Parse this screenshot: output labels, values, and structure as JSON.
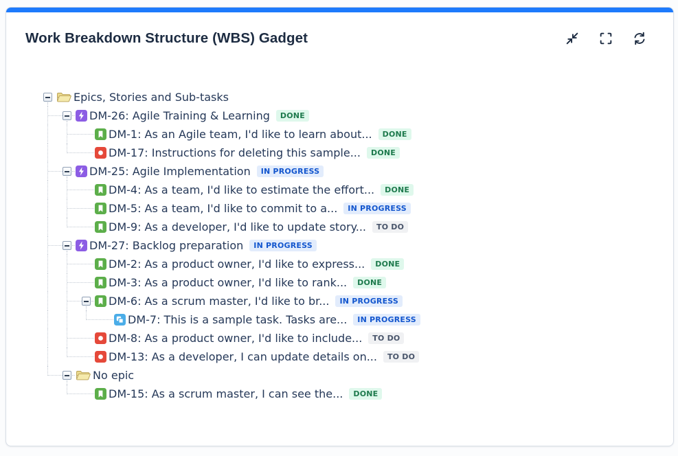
{
  "colors": {
    "accent": "#1D7AFC",
    "title_text": "#1C2B41",
    "tree_text": "#253858",
    "epic": "#8C5DE4",
    "story": "#5CAE4A",
    "bug": "#E5493A",
    "subtask": "#4BADE8",
    "folder_fill": "#F5EAAC",
    "folder_back": "#EAD98E",
    "folder_stroke": "#B89F52"
  },
  "header": {
    "title": "Work Breakdown Structure (WBS) Gadget",
    "actions": [
      {
        "id": "collapse",
        "icon": "collapse-icon"
      },
      {
        "id": "fullscreen",
        "icon": "fullscreen-icon"
      },
      {
        "id": "refresh",
        "icon": "refresh-icon"
      }
    ]
  },
  "statuses": {
    "done": {
      "label": "DONE",
      "bg": "#DFF8EC",
      "fg": "#1E7A4D"
    },
    "inprogress": {
      "label": "IN PROGRESS",
      "bg": "#E2ECFC",
      "fg": "#1356CE"
    },
    "todo": {
      "label": "TO DO",
      "bg": "#F0F1F3",
      "fg": "#49556B"
    }
  },
  "tree": {
    "id": "epics-root",
    "type": "folder",
    "label": "Epics, Stories and Sub-tasks",
    "children": [
      {
        "id": "dm-26",
        "type": "epic",
        "label": "DM-26: Agile Training & Learning",
        "status": "done",
        "children": [
          {
            "id": "dm-1",
            "type": "story",
            "label": "DM-1: As an Agile team, I'd like to learn about...",
            "status": "done"
          },
          {
            "id": "dm-17",
            "type": "bug",
            "label": "DM-17: Instructions for deleting this sample...",
            "status": "done"
          }
        ]
      },
      {
        "id": "dm-25",
        "type": "epic",
        "label": "DM-25: Agile Implementation",
        "status": "inprogress",
        "children": [
          {
            "id": "dm-4",
            "type": "story",
            "label": "DM-4: As a team, I'd like to estimate the effort...",
            "status": "done"
          },
          {
            "id": "dm-5",
            "type": "story",
            "label": "DM-5: As a team, I'd like to commit to a...",
            "status": "inprogress"
          },
          {
            "id": "dm-9",
            "type": "story",
            "label": "DM-9: As a developer, I'd like to update story...",
            "status": "todo"
          }
        ]
      },
      {
        "id": "dm-27",
        "type": "epic",
        "label": "DM-27: Backlog preparation",
        "status": "inprogress",
        "children": [
          {
            "id": "dm-2",
            "type": "story",
            "label": "DM-2: As a product owner, I'd like to express...",
            "status": "done"
          },
          {
            "id": "dm-3",
            "type": "story",
            "label": "DM-3: As a product owner, I'd like to rank...",
            "status": "done"
          },
          {
            "id": "dm-6",
            "type": "story",
            "label": "DM-6: As a scrum master, I'd like to br...",
            "status": "inprogress",
            "children": [
              {
                "id": "dm-7",
                "type": "subtask",
                "label": "DM-7: This is a sample task. Tasks are...",
                "status": "inprogress"
              }
            ]
          },
          {
            "id": "dm-8",
            "type": "bug",
            "label": "DM-8: As a product owner, I'd like to include...",
            "status": "todo"
          },
          {
            "id": "dm-13",
            "type": "bug",
            "label": "DM-13: As a developer, I can update details on...",
            "status": "todo"
          }
        ]
      },
      {
        "id": "no-epic",
        "type": "folder",
        "label": "No epic",
        "children": [
          {
            "id": "dm-15",
            "type": "story",
            "label": "DM-15: As a scrum master, I can see the...",
            "status": "done"
          }
        ]
      }
    ]
  }
}
